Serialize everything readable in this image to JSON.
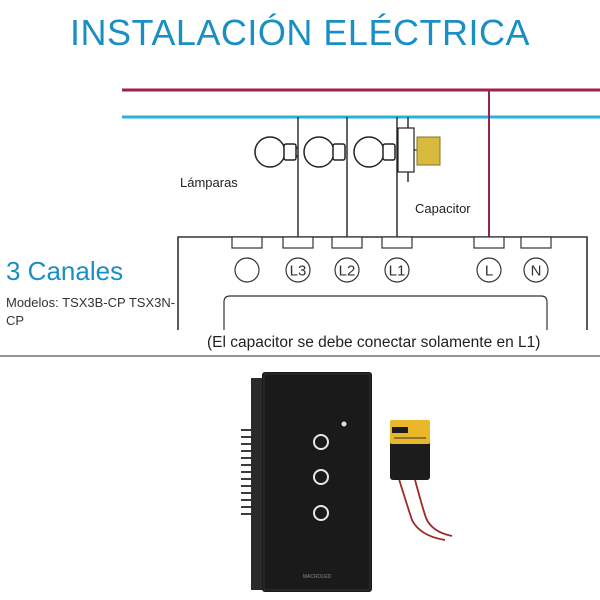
{
  "title": "INSTALACIÓN ELÉCTRICA",
  "labels": {
    "lamps": "Lámparas",
    "capacitor": "Capacitor",
    "channels": "3 Canales",
    "models": "Modelos: TSX3B-CP TSX3N-CP",
    "note": "(El capacitor se debe conectar solamente en L1)"
  },
  "terminals": [
    "",
    "L3",
    "L2",
    "L1",
    "L",
    "N"
  ],
  "product": {
    "brand": "MACROLED"
  },
  "colors": {
    "title": "#1a8fc4",
    "channels": "#1a8fc4",
    "line_live": "#9b2249",
    "line_neutral": "#29b0e2",
    "capacitor": "#d7ba3e",
    "panel": "#1a1a1a"
  }
}
